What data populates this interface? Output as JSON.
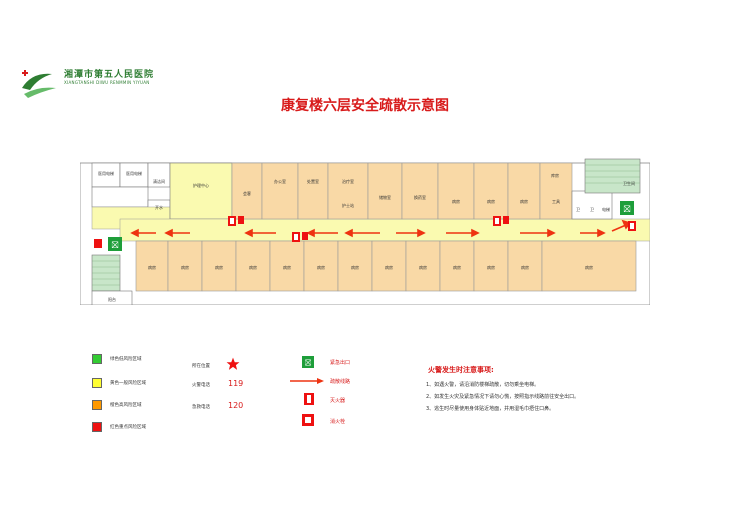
{
  "logo": {
    "name": "湘潭市第五人民医院",
    "pinyin": "XIANGTANSHI DIWU RENMMIN YIYUAN"
  },
  "title": "康复楼六层安全疏散示意图",
  "rooms": {
    "top": [
      "医用电梯",
      "医用电梯",
      "清洁间",
      "开水",
      "护理中心",
      "会客",
      "办公室",
      "处置室",
      "治疗室",
      "护士站",
      "储物室",
      "换药室",
      "病房",
      "病房",
      "病房",
      "工具",
      "库房",
      "卫",
      "卫",
      "电梯",
      "卫生间"
    ],
    "bottom": [
      "病房",
      "病房",
      "病房",
      "病房",
      "病房",
      "病房",
      "病房",
      "病房",
      "病房",
      "病房",
      "病房",
      "病房",
      "病房",
      "阳台"
    ]
  },
  "legend": {
    "zones": [
      {
        "label": "绿色低风险区域",
        "color": "#33cc33"
      },
      {
        "label": "黄色一般风险区域",
        "color": "#ffff33"
      },
      {
        "label": "橙色高风险区域",
        "color": "#ff9900"
      },
      {
        "label": "红色重点风险区域",
        "color": "#ee1111"
      }
    ],
    "info": [
      {
        "label": "所在位置",
        "value": ""
      },
      {
        "label": "火警电话",
        "value": "119"
      },
      {
        "label": "急救电话",
        "value": "120"
      }
    ],
    "symbols": [
      {
        "label": "紧急出口",
        "icon": "emergency-exit-icon"
      },
      {
        "label": "疏散线路",
        "icon": "evacuation-arrow-icon"
      },
      {
        "label": "灭火器",
        "icon": "fire-extinguisher-icon"
      },
      {
        "label": "消火栓",
        "icon": "fire-hydrant-icon"
      }
    ]
  },
  "notes": {
    "title": "火警发生时注意事项:",
    "items": [
      "1、如遇火警，请沿消防楼梯疏散，切勿乘坐电梯。",
      "2、如发生火灾及紧急情况下请勿心慌，按照指示线路前往安全出口。",
      "3、逃生时尽量使用身体贴近地面，并用湿毛巾捂住口鼻。"
    ]
  },
  "colors": {
    "accent": "#d81b1b",
    "brand": "#2e7d32",
    "room_fill": "#f9d9a6",
    "corridor_fill": "#fafab0",
    "stair_fill": "#c8e6c9"
  }
}
